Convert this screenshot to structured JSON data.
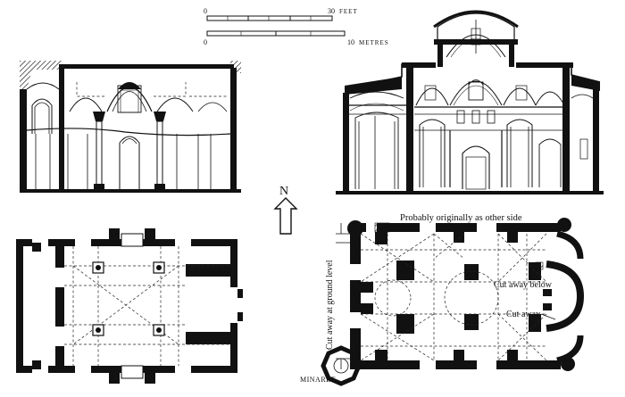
{
  "scale_bar": {
    "feet": {
      "start": "0",
      "end": "30",
      "unit": "FEET"
    },
    "metres": {
      "start": "0",
      "end": "10",
      "unit": "METRES"
    }
  },
  "compass": {
    "label": "N"
  },
  "labels": {
    "north_side": "Probably originally as other side",
    "ground_level": "Cut away at ground level",
    "cut_below": "Cut away below",
    "cut_away": "Cut away",
    "minaret": "MINARET"
  }
}
